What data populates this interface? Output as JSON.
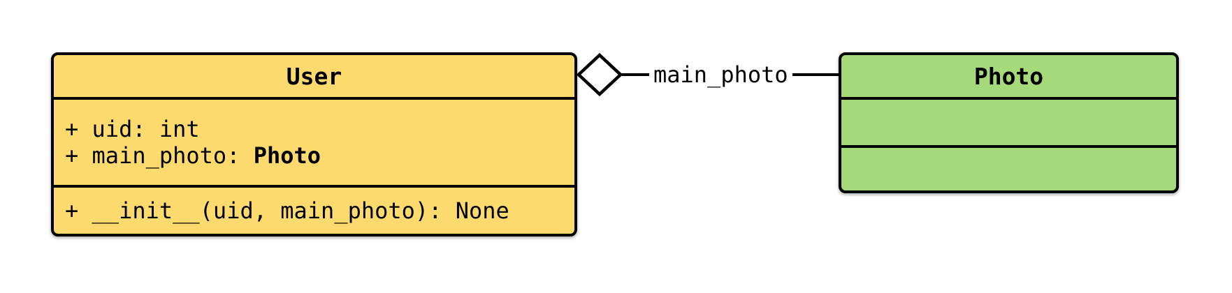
{
  "diagram_type": "uml-class-diagram",
  "user_class": {
    "title": "User",
    "attributes": {
      "line1": "+ uid: int",
      "line2_prefix": "+ main_photo: ",
      "line2_type": "Photo"
    },
    "methods": {
      "line1": "+ __init__(uid, main_photo): None"
    }
  },
  "photo_class": {
    "title": "Photo",
    "attributes": {},
    "methods": {}
  },
  "connector": {
    "label": "main_photo",
    "type": "aggregation",
    "diamond_style": "hollow",
    "from": "User",
    "to": "Photo"
  },
  "colors": {
    "user_fill": "#FDDA6E",
    "photo_fill": "#A5D979",
    "stroke": "#000000",
    "diamond_fill": "#FFFFFF",
    "background": "#FFFFFF",
    "text": "#000000"
  }
}
